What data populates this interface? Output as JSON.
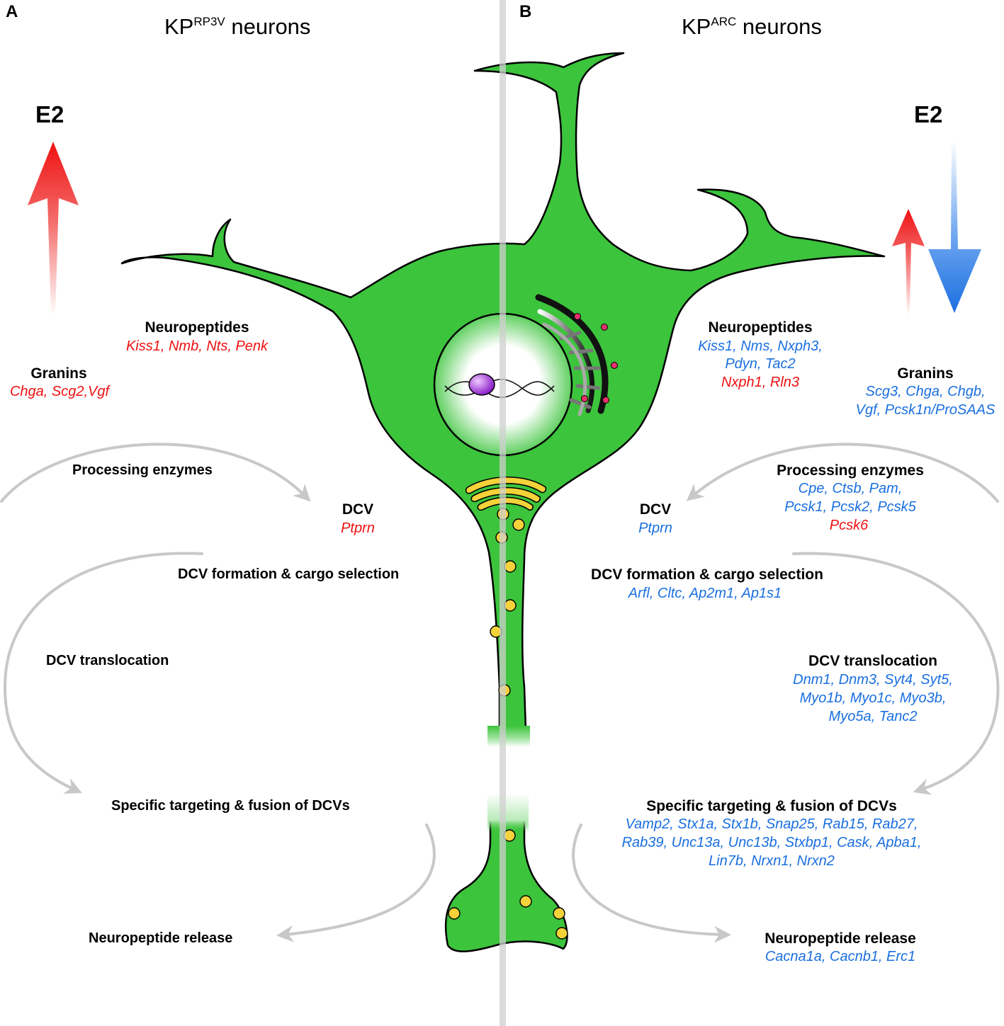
{
  "panels": {
    "left": {
      "letter": "A",
      "title_main": "KP",
      "title_sup": "RP3V",
      "title_suffix": " neurons",
      "e2": "E2"
    },
    "right": {
      "letter": "B",
      "title_main": "KP",
      "title_sup": "ARC",
      "title_suffix": " neurons",
      "e2": "E2"
    }
  },
  "left": {
    "neuropeptides": {
      "title": "Neuropeptides",
      "genes_up": "Kiss1, Nmb, Nts, Penk"
    },
    "granins": {
      "title": "Granins",
      "genes_up": "Chga, Scg2,Vgf"
    },
    "processing_enzymes": {
      "title": "Processing enzymes"
    },
    "dcv": {
      "title": "DCV",
      "genes_up": "Ptprn"
    },
    "dcv_formation": {
      "title": "DCV formation & cargo selection"
    },
    "dcv_translocation": {
      "title": "DCV translocation"
    },
    "targeting": {
      "title": "Specific targeting & fusion of DCVs"
    },
    "release": {
      "title": "Neuropeptide release"
    }
  },
  "right": {
    "neuropeptides": {
      "title": "Neuropeptides",
      "genes_down_1": "Kiss1, Nms, Nxph3,",
      "genes_down_2": "Pdyn, Tac2",
      "genes_up": "Nxph1, Rln3"
    },
    "granins": {
      "title": "Granins",
      "genes_down_1": "Scg3, Chga, Chgb,",
      "genes_down_2": "Vgf, Pcsk1n/ProSAAS"
    },
    "processing_enzymes": {
      "title": "Processing enzymes",
      "genes_down_1": "Cpe, Ctsb, Pam,",
      "genes_down_2": "Pcsk1, Pcsk2, Pcsk5",
      "genes_up": "Pcsk6"
    },
    "dcv": {
      "title": "DCV",
      "genes_down": "Ptprn"
    },
    "dcv_formation": {
      "title": "DCV formation & cargo selection",
      "genes_down": "Arfl, Cltc, Ap2m1, Ap1s1"
    },
    "dcv_translocation": {
      "title": "DCV translocation",
      "genes_down_1": "Dnm1, Dnm3, Syt4, Syt5,",
      "genes_down_2": "Myo1b, Myo1c, Myo3b,",
      "genes_down_3": "Myo5a, Tanc2"
    },
    "targeting": {
      "title": "Specific targeting & fusion of DCVs",
      "genes_down_1": "Vamp2, Stx1a, Stx1b, Snap25, Rab15, Rab27,",
      "genes_down_2": "Rab39, Unc13a, Unc13b, Stxbp1, Cask, Apba1,",
      "genes_down_3": "Lin7b, Nrxn1, Nrxn2"
    },
    "release": {
      "title": "Neuropeptide release",
      "genes_down": "Cacna1a, Cacnb1, Erc1"
    }
  },
  "colors": {
    "up_regulated": "#ee1111",
    "down_regulated": "#1a6fe0",
    "neuron": "#3cc43c",
    "flow_arrows": "#c8c8c8",
    "vesicle": "#f4d23a",
    "divider": "#cfcfcf"
  }
}
